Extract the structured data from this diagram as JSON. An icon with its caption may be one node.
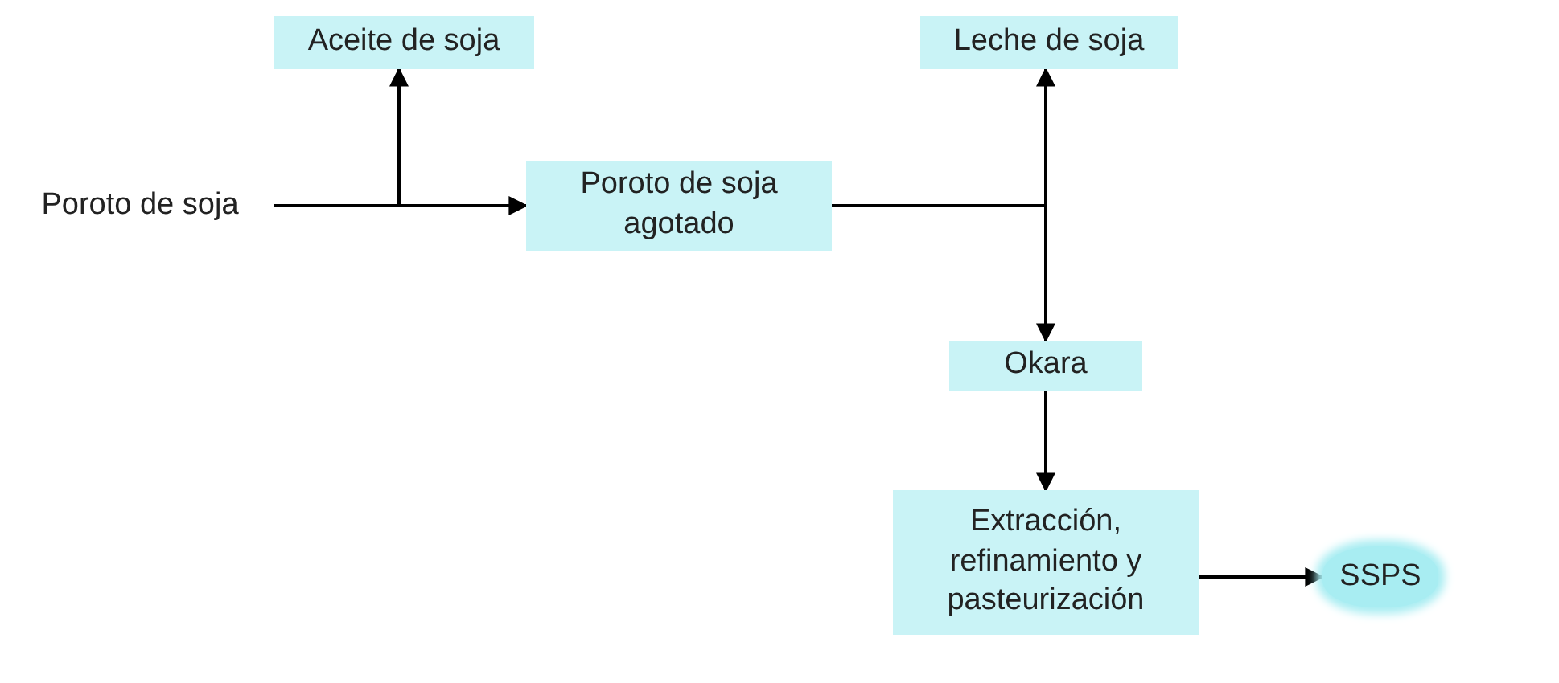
{
  "diagram": {
    "nodes": [
      {
        "text": [
          "Poroto de soja"
        ]
      },
      {
        "text": [
          "Aceite de soja"
        ]
      },
      {
        "text": [
          "Poroto de soja agotado"
        ]
      },
      {
        "text": [
          "Leche de soja"
        ]
      },
      {
        "text": [
          "Okara"
        ]
      },
      {
        "text": [
          "Extracción, refinamiento y pasteurización"
        ]
      },
      {
        "text": [
          "SSPS"
        ]
      }
    ],
    "edges": [
      {
        "from": 0,
        "to": 2,
        "arrow": "to"
      },
      {
        "from": 0,
        "to": 1,
        "arrow": "to"
      },
      {
        "from": 2,
        "to": 3,
        "arrow": "to"
      },
      {
        "from": 2,
        "to": 4,
        "arrow": "to"
      },
      {
        "from": 4,
        "to": 5,
        "arrow": "to"
      },
      {
        "from": 5,
        "to": 6,
        "arrow": "to"
      }
    ]
  }
}
